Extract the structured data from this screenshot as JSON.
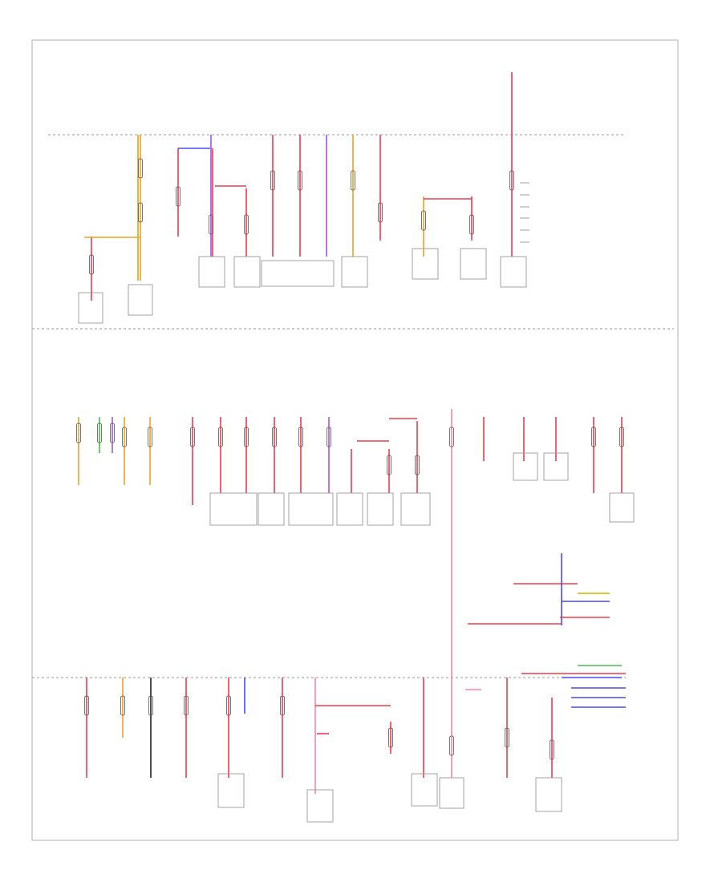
{
  "diagram": {
    "page_ref": "",
    "colors": {
      "frame": "#b0b0b0",
      "wire_default": "#777777",
      "red": "#ef3b4f",
      "pink": "#ff80a8",
      "violet": "#a455d8",
      "blue": "#4a4af0",
      "orange": "#f0a020",
      "green": "#46c04a",
      "yellow": "#c8b400",
      "black": "#222222"
    },
    "sections": [
      "top-fuse-box",
      "middle-fuse-box",
      "lower-fuse-box"
    ],
    "legend_items": [
      "",
      "",
      "",
      "",
      "",
      ""
    ],
    "labels": []
  }
}
